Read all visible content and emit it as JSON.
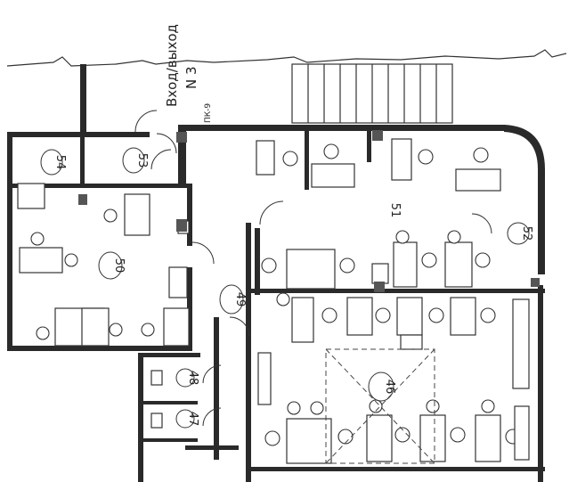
{
  "entrance": {
    "line1": "Вход/выход",
    "line2": "N 3"
  },
  "marker": "ПК-9",
  "rooms": {
    "r46": "46",
    "r47": "47",
    "r48": "48",
    "r49": "49",
    "r50": "50",
    "r51": "51",
    "r52": "52",
    "r53": "53",
    "r54": "54"
  }
}
